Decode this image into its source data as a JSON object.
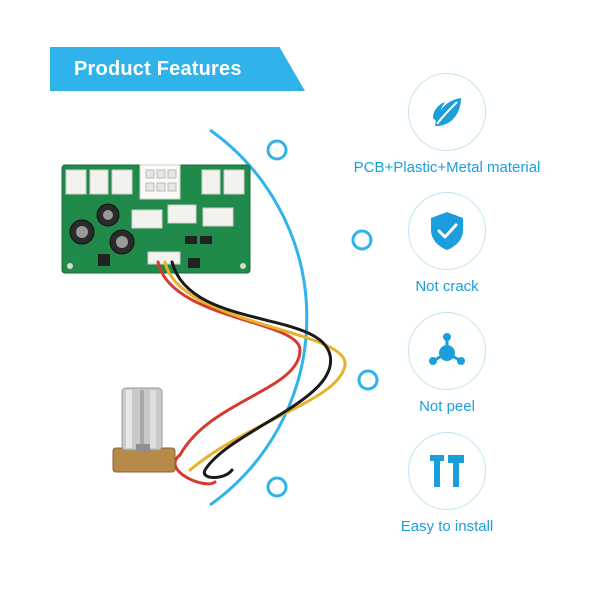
{
  "banner": {
    "title": "Product Features",
    "color": "#2fb3ea"
  },
  "accent_color": "#1a9fdc",
  "features": [
    {
      "label": "PCB+Plastic+Metal material",
      "icon": "leaf-icon"
    },
    {
      "label": "Not crack",
      "icon": "shield-check-icon"
    },
    {
      "label": "Not peel",
      "icon": "molecule-icon"
    },
    {
      "label": "Easy to install",
      "icon": "tools-icon"
    }
  ],
  "product": {
    "description_icon": "pwm-controller-board-with-potentiometer"
  }
}
